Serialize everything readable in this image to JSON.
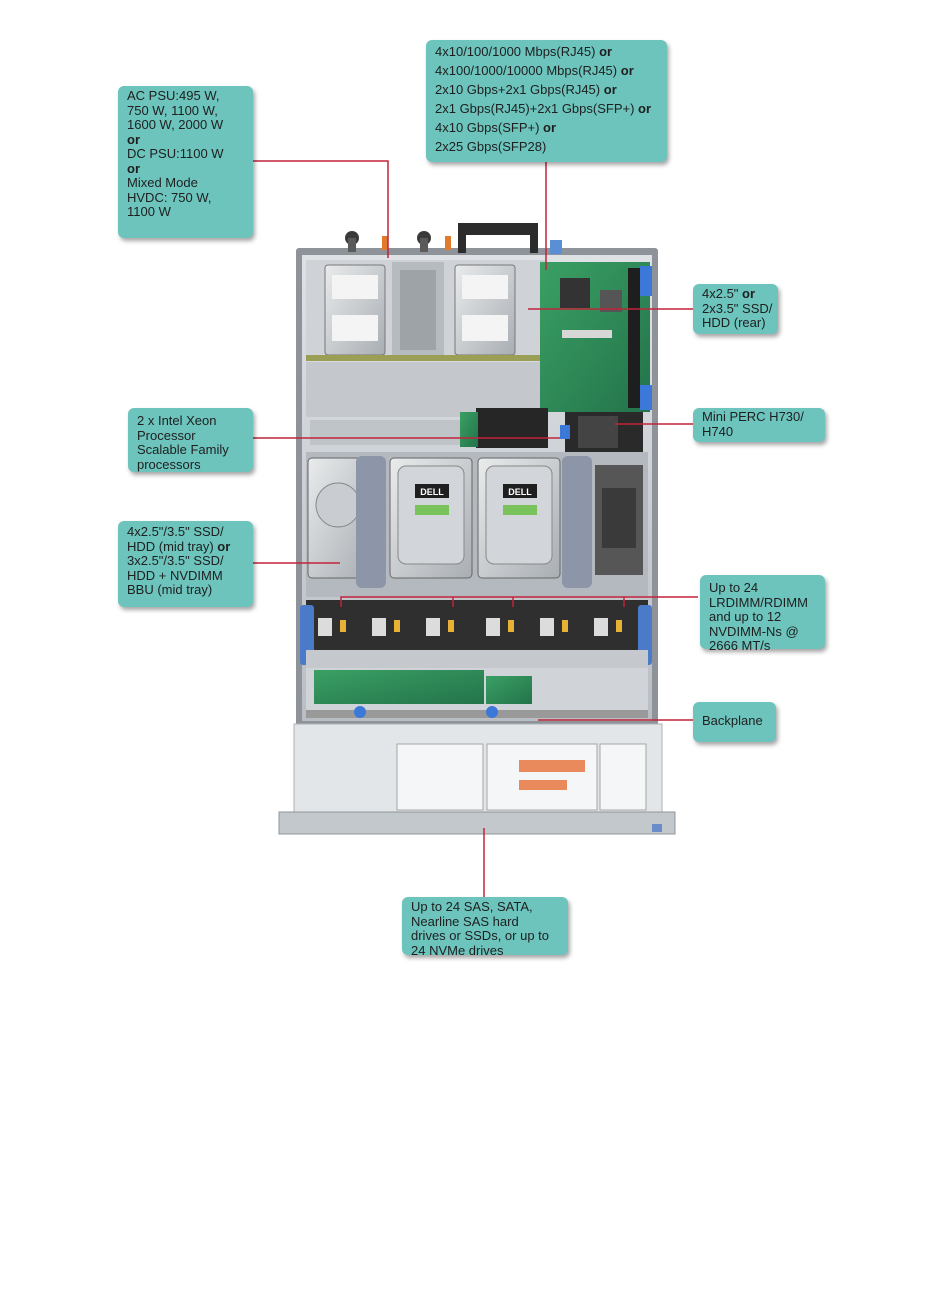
{
  "callouts": {
    "psu": [
      {
        "t": "AC PSU:495 W,"
      },
      {
        "t": "750 W, 1100 W,"
      },
      {
        "t": "1600 W, 2000 W"
      },
      {
        "t": "or",
        "b": true
      },
      {
        "t": "DC PSU:1100 W"
      },
      {
        "t": "or",
        "b": true
      },
      {
        "t": "Mixed Mode"
      },
      {
        "t": "HVDC: 750 W,"
      },
      {
        "t": "1100 W"
      }
    ],
    "network": [
      {
        "t": "4x10/100/1000 Mbps(RJ45)",
        "or": "or"
      },
      {
        "t": "4x100/1000/10000 Mbps(RJ45)",
        "or": "or"
      },
      {
        "t": "2x10 Gbps+2x1 Gbps(RJ45)",
        "or": "or"
      },
      {
        "t": "2x1 Gbps(RJ45)+2x1 Gbps(SFP+)",
        "or": "or"
      },
      {
        "t": "4x10 Gbps(SFP+)",
        "or": "or"
      },
      {
        "t": "2x25 Gbps(SFP28)"
      }
    ],
    "rear_drives": [
      {
        "t": "4x2.5\"",
        "or": "or"
      },
      {
        "t": "2x3.5\" SSD/"
      },
      {
        "t": "HDD (rear)"
      }
    ],
    "processors": [
      {
        "t": "2 x Intel Xeon"
      },
      {
        "t": "Processor"
      },
      {
        "t": "Scalable Family"
      },
      {
        "t": "processors"
      }
    ],
    "perc": [
      {
        "t": "Mini PERC H730/"
      },
      {
        "t": "H740"
      }
    ],
    "mid_tray": [
      {
        "t": "4x2.5\"/3.5\" SSD/"
      },
      {
        "t": "HDD (mid tray)",
        "or": "or"
      },
      {
        "t": "3x2.5\"/3.5\" SSD/"
      },
      {
        "t": "HDD + NVDIMM"
      },
      {
        "t": "BBU (mid tray)"
      }
    ],
    "memory": [
      {
        "t": "Up to 24"
      },
      {
        "t": "LRDIMM/RDIMM"
      },
      {
        "t": "and up to 12"
      },
      {
        "t": "NVDIMM-Ns @"
      },
      {
        "t": "2666 MT/s"
      }
    ],
    "backplane": [
      {
        "t": "Backplane"
      }
    ],
    "front_drives": [
      {
        "t": "Up to 24 SAS, SATA,"
      },
      {
        "t": "Nearline SAS hard"
      },
      {
        "t": "drives or SSDs, or up to"
      },
      {
        "t": "24 NVMe drives"
      }
    ]
  },
  "hardware_labels": {
    "dell_logo": "DELL"
  },
  "colors": {
    "callout_bg": "#6cc4bd",
    "leader_line": "#c0243a",
    "chassis": "#c9cdd2",
    "pcb_green": "#2f8f55"
  }
}
